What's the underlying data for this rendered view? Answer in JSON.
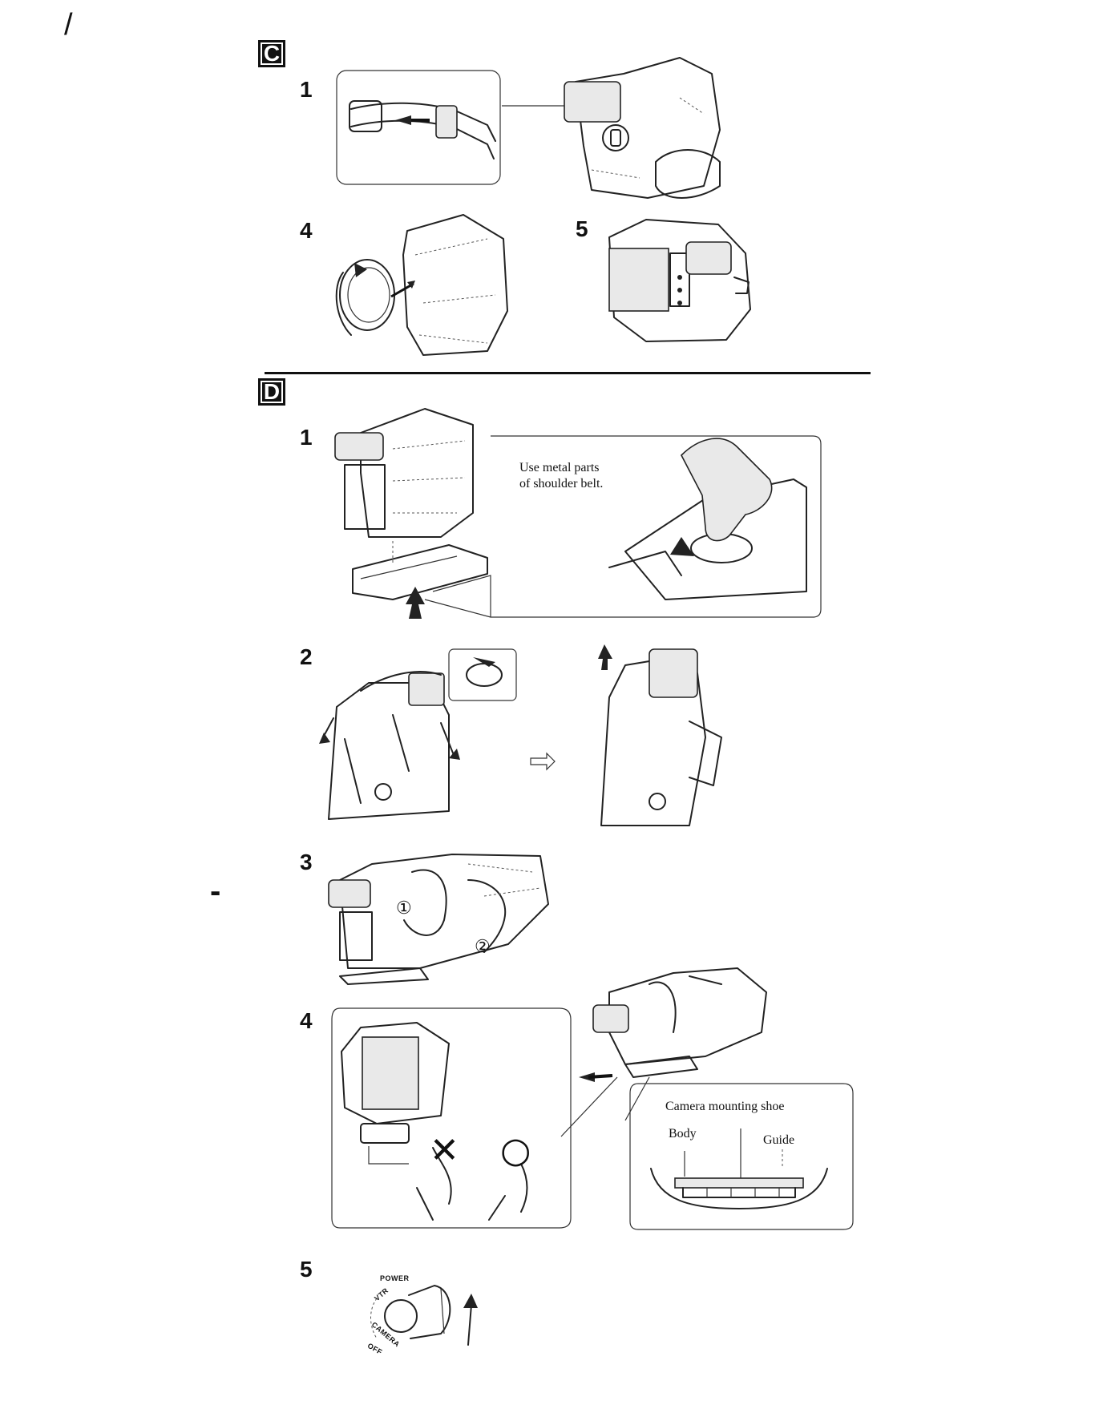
{
  "sections": {
    "c": {
      "badge": "C"
    },
    "d": {
      "badge": "D"
    }
  },
  "steps": {
    "c1": "1",
    "c4": "4",
    "c5": "5",
    "d1": "1",
    "d2": "2",
    "d3": "3",
    "d4": "4",
    "d5": "5"
  },
  "callouts": {
    "metal_parts_line1": "Use metal parts",
    "metal_parts_line2": "of shoulder belt.",
    "mounting_shoe": "Camera mounting shoe",
    "body": "Body",
    "guide": "Guide"
  },
  "dial_labels": {
    "power": "POWER",
    "vtr": "VTR",
    "camera": "CAMERA",
    "off": "OFF"
  },
  "circled_numbers": {
    "one": "①",
    "two": "②"
  },
  "icons": {
    "arrow_between_steps": "open-arrow-right-icon",
    "wrong_mark": "cross-mark-icon",
    "right_mark": "circle-mark-icon"
  },
  "margin_marks": {
    "dash": "-",
    "tick": "/"
  }
}
